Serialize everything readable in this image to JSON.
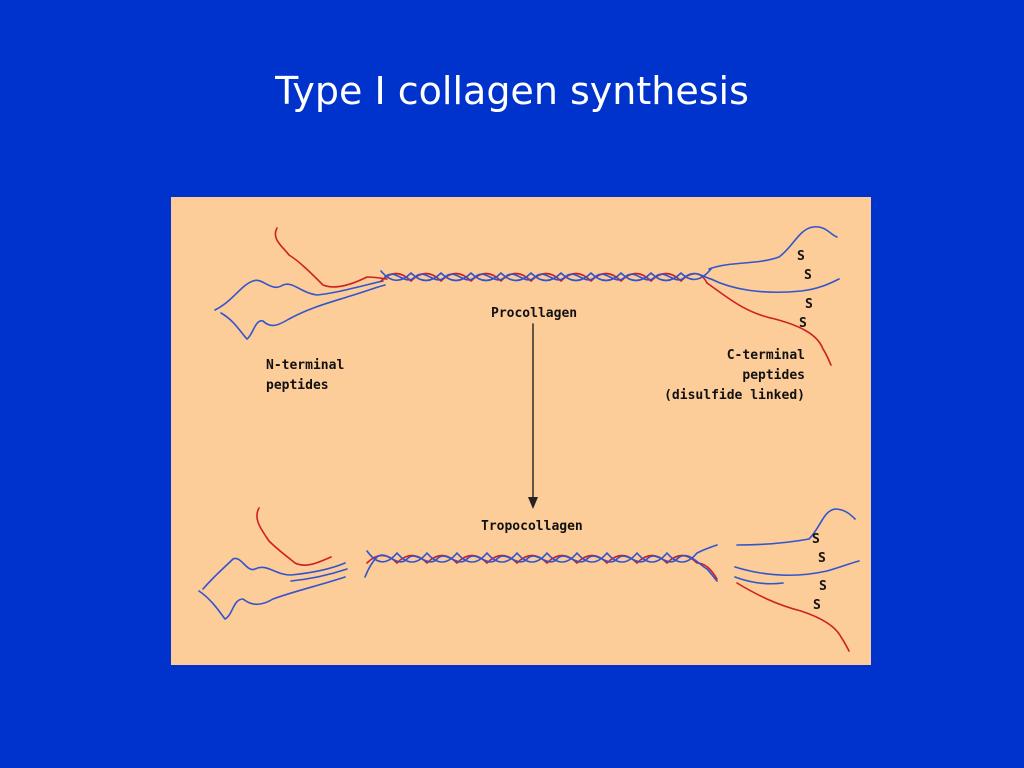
{
  "slide": {
    "title": "Type I collagen synthesis"
  },
  "diagram": {
    "labels": {
      "procollagen": "Procollagen",
      "tropocollagen": "Tropocollagen",
      "n_terminal_line1": "N-terminal",
      "n_terminal_line2": "peptides",
      "c_terminal_line1": "C-terminal",
      "c_terminal_line2": "peptides",
      "c_terminal_line3": "(disulfide linked)",
      "disulfide_s": "S"
    },
    "colors": {
      "slide_background": "#0033cc",
      "panel_background": "#fccc99",
      "chain_blue": "#3355cc",
      "chain_red": "#cc2222",
      "arrow": "#222222"
    }
  }
}
